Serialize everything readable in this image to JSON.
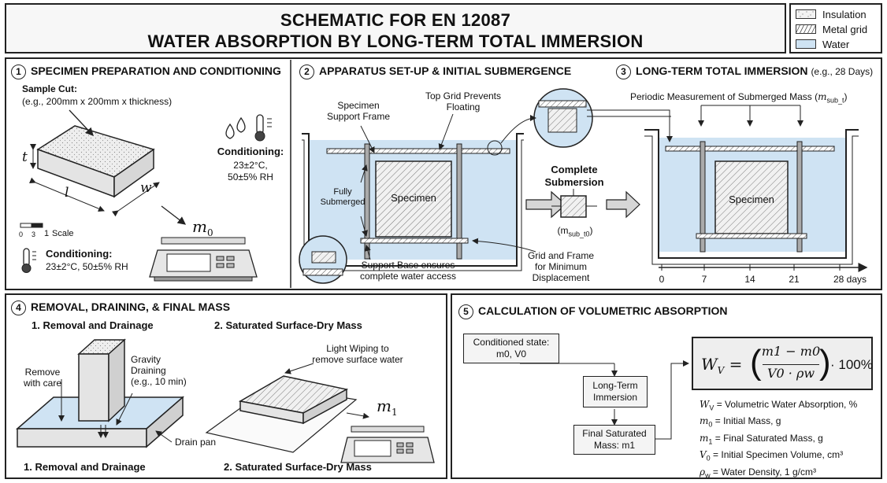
{
  "title": {
    "line1": "SCHEMATIC FOR EN 12087",
    "line2": "WATER ABSORPTION BY LONG-TERM TOTAL IMMERSION"
  },
  "legend": {
    "items": [
      {
        "label": "Insulation",
        "swatch": "dotted"
      },
      {
        "label": "Metal grid",
        "swatch": "hatched"
      },
      {
        "label": "Water",
        "swatch": "#cfe3f3"
      }
    ]
  },
  "colors": {
    "water": "#cfe3f3",
    "insulation": "#ececec",
    "border": "#222222"
  },
  "panel1": {
    "number": "1",
    "title": "SPECIMEN PREPARATION AND CONDITIONING",
    "sample_cut_label": "Sample Cut:",
    "sample_cut_dims": "(e.g., 200mm x 200mm x thickness)",
    "dim_t": "t",
    "dim_l": "l",
    "dim_w": "w",
    "mass_label": "m",
    "mass_sub": "0",
    "conditioning_title": "Conditioning:",
    "conditioning_temp": "23±2°C,",
    "conditioning_rh": "50±5% RH",
    "scale_ticks": [
      "0",
      "3",
      "1"
    ],
    "scale_label": "Scale",
    "conditioning2_title": "Conditioning:",
    "conditioning2_text": "23±2°C, 50±5% RH",
    "icons": [
      "water-drops-icon",
      "thermometer-icon",
      "scale-balance-icon"
    ]
  },
  "panel2": {
    "number": "2",
    "title": "APPARATUS SET-UP & INITIAL SUBMERGENCE",
    "support_frame": [
      "Specimen",
      "Support Frame"
    ],
    "top_grid": [
      "Top Grid Prevents",
      "Floating"
    ],
    "fully_submerged": [
      "Fully",
      "Submerged"
    ],
    "specimen_label": "Specimen",
    "support_base": [
      "Support Base ensures",
      "complete water access"
    ],
    "grid_frame": [
      "Grid and Frame",
      "for Minimum",
      "Displacement"
    ],
    "complete_submersion": [
      "Complete",
      "Submersion"
    ],
    "mass_label": "(m",
    "mass_sub": "sub_t0",
    "mass_close": ")"
  },
  "panel3": {
    "number": "3",
    "title": "LONG-TERM TOTAL IMMERSION",
    "title_note": "(e.g., 28 Days)",
    "periodic_label": "Periodic Measurement of Submerged Mass (",
    "periodic_m": "m",
    "periodic_sub": "sub_t",
    "periodic_close": ")",
    "specimen_label": "Specimen",
    "timeline_ticks": [
      "0",
      "7",
      "14",
      "21",
      "28 days"
    ]
  },
  "panel4": {
    "number": "4",
    "title": "REMOVAL, DRAINING, & FINAL MASS",
    "step1_title": "1. Removal and Drainage",
    "step2_title": "2. Saturated Surface-Dry Mass",
    "remove_care": [
      "Remove",
      "with care"
    ],
    "gravity": [
      "Gravity",
      "Draining",
      "(e.g., 10 min)"
    ],
    "drain_pan": "Drain pan",
    "wiping": [
      "Light Wiping to",
      "remove surface water"
    ],
    "mass_label": "m",
    "mass_sub": "1",
    "caption1": "1. Removal and Drainage",
    "caption2": "2. Saturated Surface-Dry Mass"
  },
  "panel5": {
    "number": "5",
    "title": "CALCULATION OF VOLUMETRIC ABSORPTION",
    "box_conditioned": [
      "Conditioned state:",
      "m0, V0"
    ],
    "box_immersion": [
      "Long-Term",
      "Immersion"
    ],
    "box_final": [
      "Final Saturated",
      "Mass: m1"
    ],
    "formula": {
      "lhs": "W",
      "lhs_sub": "V",
      "num": "m1 − m0",
      "den": "V0 · ρw",
      "factor": "· 100%"
    },
    "definitions": [
      {
        "sym": "W",
        "sub": "V",
        "text": "= Volumetric Water Absorption, %"
      },
      {
        "sym": "m",
        "sub": "0",
        "text": "= Initial Mass, g"
      },
      {
        "sym": "m",
        "sub": "1",
        "text": "= Final Saturated Mass, g"
      },
      {
        "sym": "V",
        "sub": "0",
        "text": "= Initial Specimen Volume, cm³"
      },
      {
        "sym": "ρ",
        "sub": "w",
        "text": "= Water Density, 1 g/cm³"
      }
    ]
  }
}
